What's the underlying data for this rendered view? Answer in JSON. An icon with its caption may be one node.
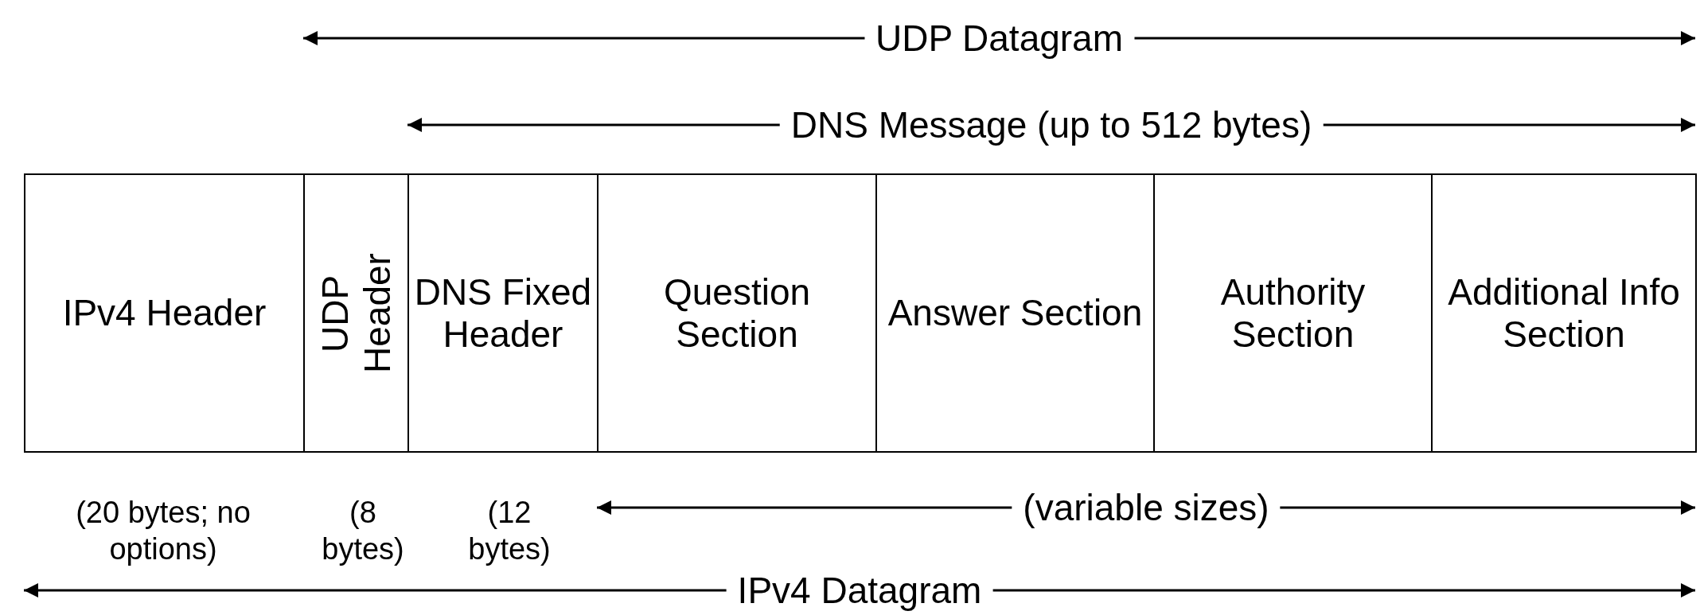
{
  "diagram": {
    "nodes": [
      {
        "text": [
          "IPv4 Header"
        ],
        "beside": [
          "(20 bytes; no options)"
        ]
      },
      {
        "text": [
          "UDP Header"
        ],
        "beside": [
          "(8 bytes)"
        ]
      },
      {
        "text": [
          "DNS Fixed Header"
        ],
        "beside": [
          "(12 bytes)"
        ]
      },
      {
        "text": [
          "Question Section"
        ]
      },
      {
        "text": [
          "Answer Section"
        ]
      },
      {
        "text": [
          "Authority Section"
        ]
      },
      {
        "text": [
          "Additional Info Section"
        ]
      }
    ],
    "edges": [],
    "labels": [
      "UDP Datagram",
      "DNS Message (up to 512 bytes)",
      "(variable sizes)",
      "IPv4 Datagram"
    ]
  }
}
